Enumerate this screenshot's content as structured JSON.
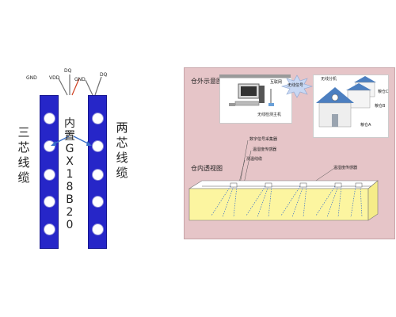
{
  "left_diagram": {
    "three_core_label": "三芯线缆",
    "two_core_label": "两芯线缆",
    "builtin_label": "内置GX18B20",
    "cable1_wires": {
      "gnd": "GND",
      "dq": "DQ",
      "vdd": "VDD"
    },
    "cable2_wires": {
      "gnd": "GND",
      "dq": "DQ"
    },
    "colors": {
      "cable": "#2626c8",
      "wire_red": "#d04020",
      "wire_gray": "#707070"
    }
  },
  "right_panel": {
    "outside_title": "仓外示意图",
    "inside_title": "仓内透视图",
    "internet_label": "互联网",
    "wireless_signal_label": "无线信号",
    "wireless_branch_label": "无线分机",
    "host_label": "无线检测主机",
    "granary_labels": [
      "粮仓C",
      "粮仓B",
      "粮仓A"
    ],
    "collector_label": "数字信号采集器",
    "sensor_label": "温湿度传感器",
    "temp_cable_label": "测温线缆",
    "humidity_sensor_label": "温湿度传感器",
    "colors": {
      "panel_bg": "#e6c5c8",
      "grain": "#fcf5a0",
      "roof": "#4c7fc0"
    }
  }
}
